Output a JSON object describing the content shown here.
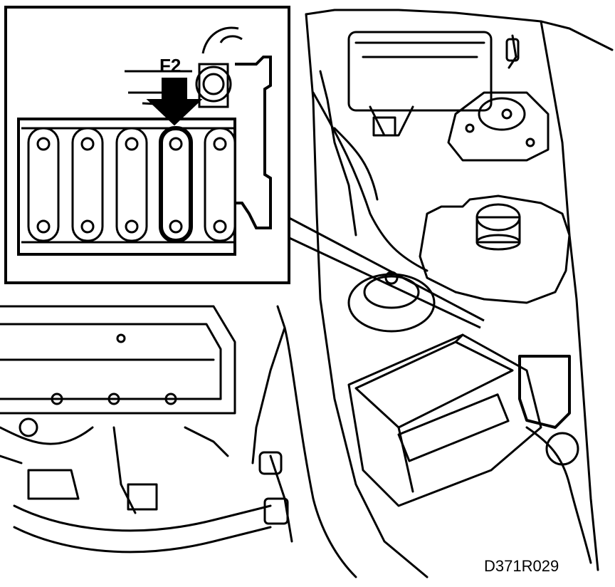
{
  "diagram": {
    "drawing_code": "D371R029",
    "callout": {
      "fuse_label": "F2",
      "fuse_count": 5,
      "highlighted_fuse_index": 4
    },
    "colors": {
      "ink": "#000000",
      "paper": "#ffffff"
    }
  }
}
